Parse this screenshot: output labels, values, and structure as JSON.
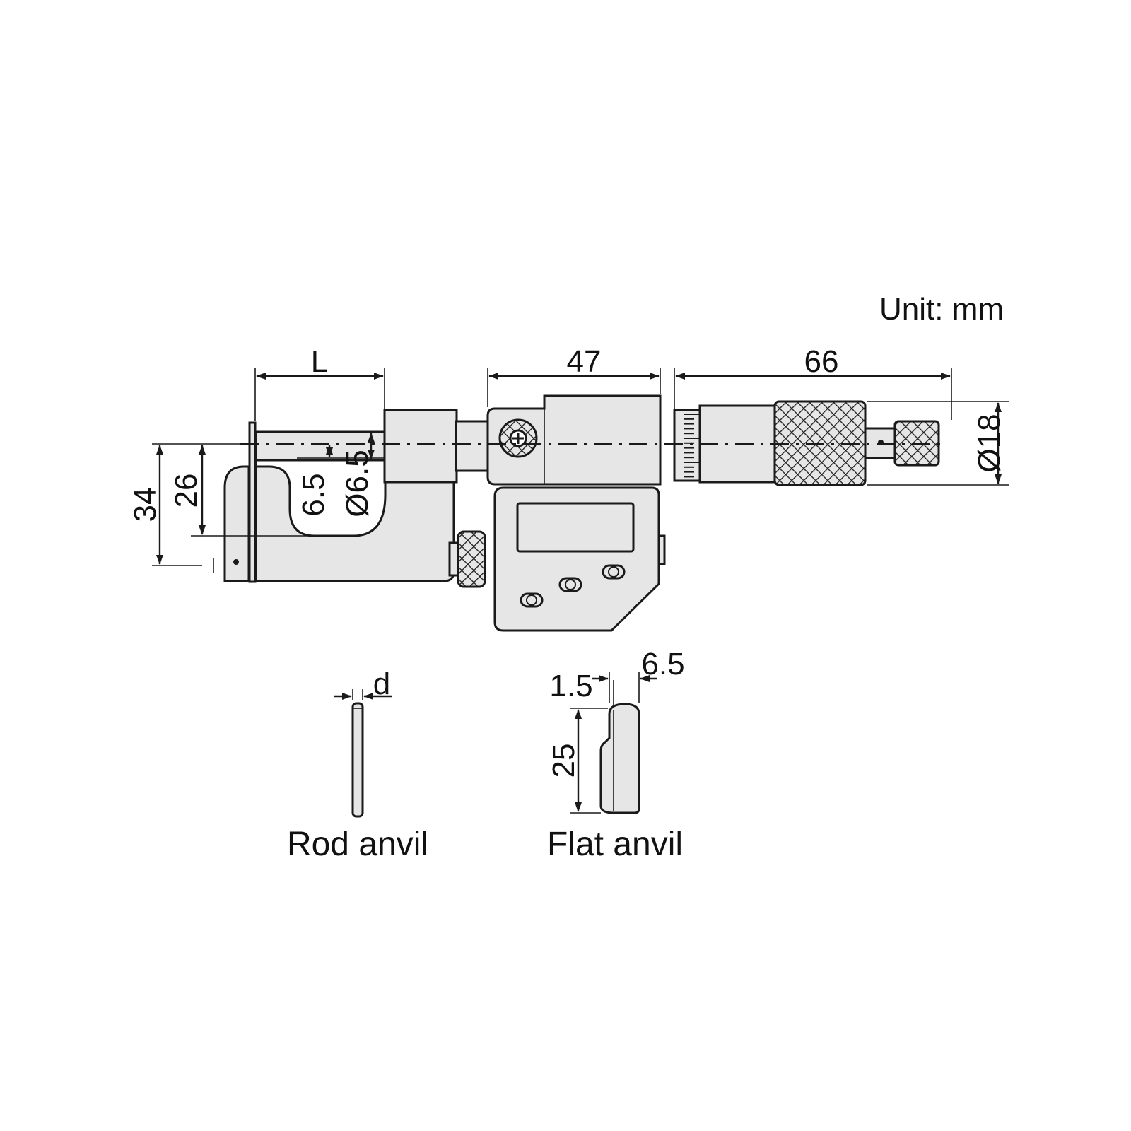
{
  "unit_label": "Unit: mm",
  "dimensions": {
    "L": "L",
    "len_47": "47",
    "len_66": "66",
    "dia_18": "Ø18",
    "h_34": "34",
    "h_26": "26",
    "h_6_5": "6.5",
    "dia_6_5": "Ø6.5",
    "d": "d",
    "w_1_5": "1.5",
    "w_6_5": "6.5",
    "h_25": "25"
  },
  "captions": {
    "rod_anvil": "Rod anvil",
    "flat_anvil": "Flat anvil"
  },
  "colors": {
    "body": "#e6e6e6",
    "line": "#1a1a1a"
  }
}
